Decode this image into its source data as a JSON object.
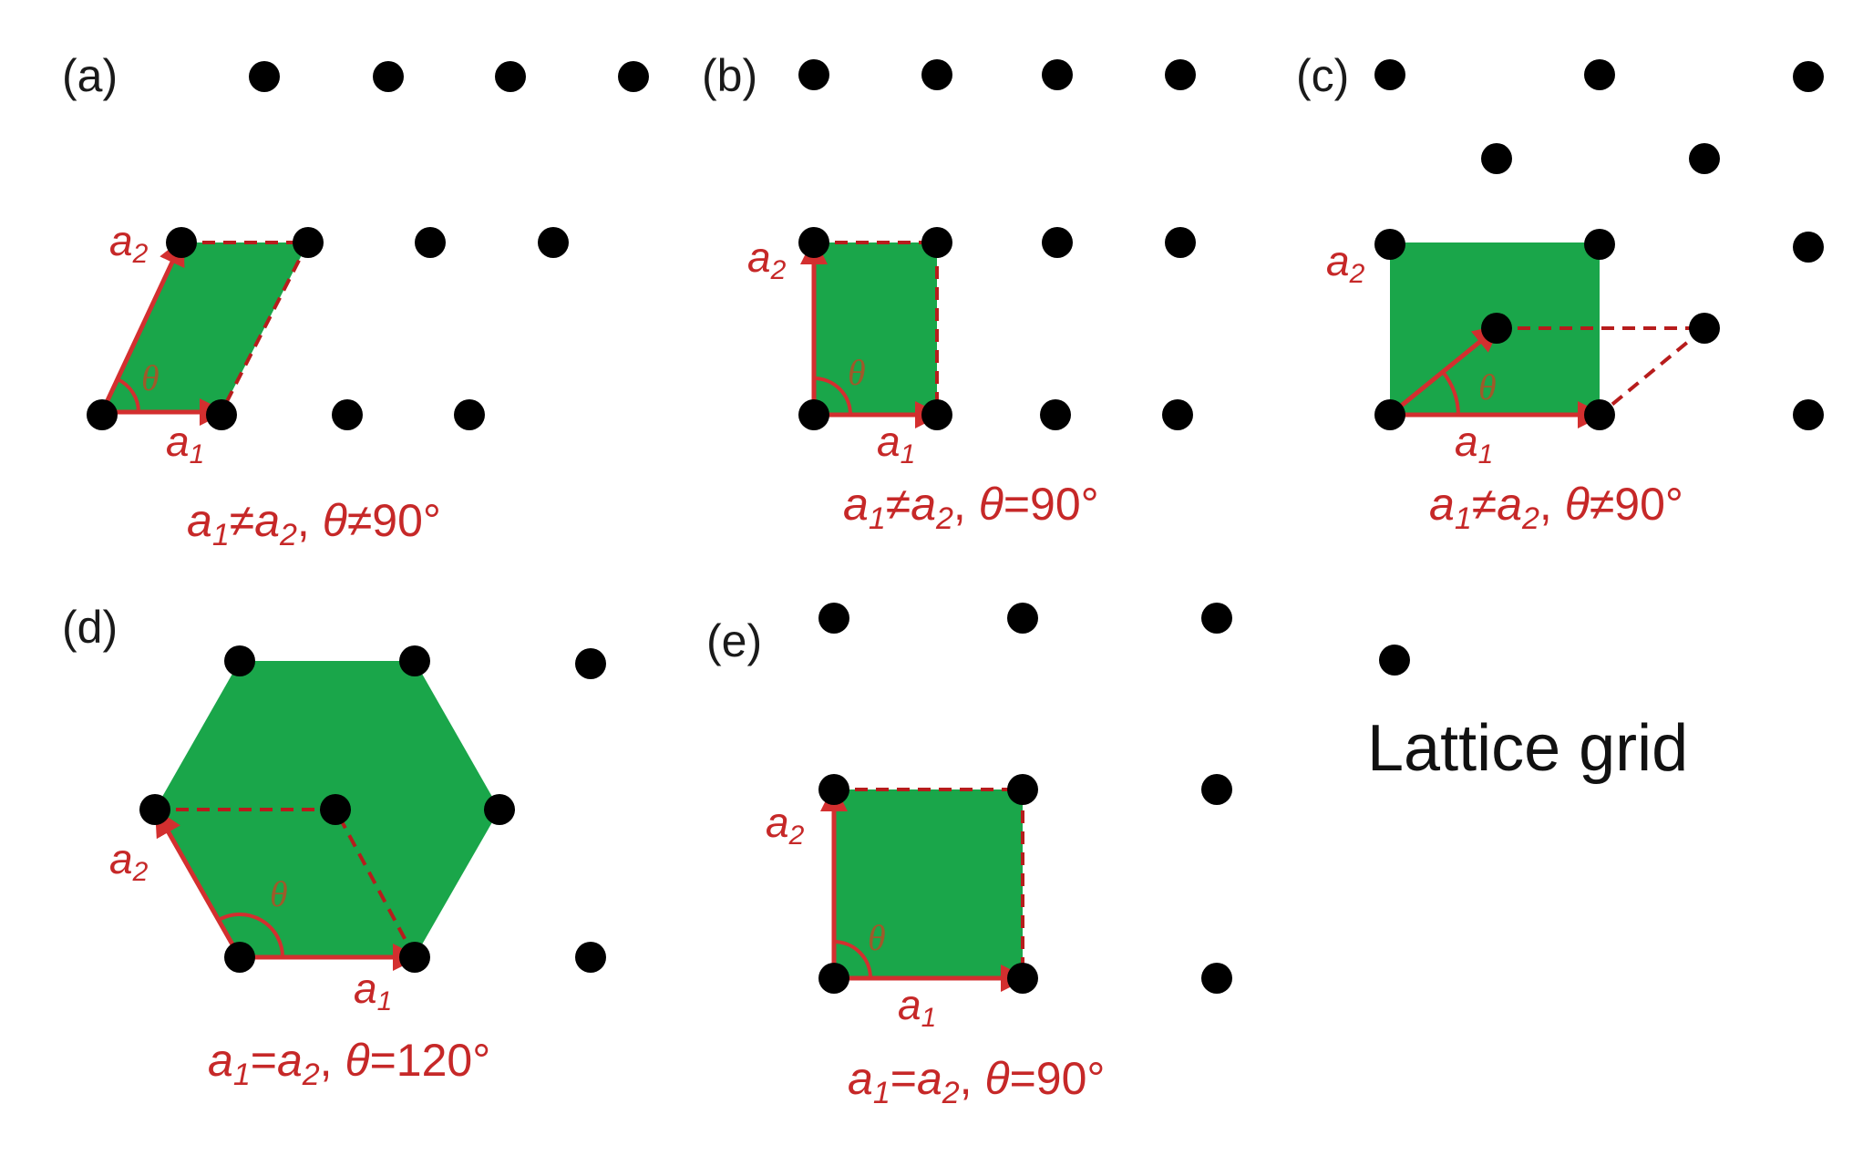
{
  "title": "Lattice grid",
  "colors": {
    "cell_fill": "#1aa64a",
    "vector": "#d32f2f",
    "dashed": "#b71c1c",
    "text_red": "#c62828",
    "dot": "#000000",
    "theta": "#9e5a2a"
  },
  "vector_labels": {
    "a1": "a",
    "a1_sub": "1",
    "a2": "a",
    "a2_sub": "2",
    "theta": "θ"
  },
  "panels": [
    {
      "id": "a",
      "label": "(a)",
      "cell_shape": "oblique",
      "formula": {
        "r1": "≠",
        "r2": ", ",
        "op": "≠",
        "value": "90°"
      }
    },
    {
      "id": "b",
      "label": "(b)",
      "cell_shape": "rectangular",
      "formula": {
        "r1": "≠",
        "r2": ", ",
        "op": "=",
        "value": "90°"
      }
    },
    {
      "id": "c",
      "label": "(c)",
      "cell_shape": "centered rectangular",
      "formula": {
        "r1": "≠",
        "r2": ", ",
        "op": "≠",
        "value": "90°"
      }
    },
    {
      "id": "d",
      "label": "(d)",
      "cell_shape": "hexagonal",
      "formula": {
        "r1": "=",
        "r2": ", ",
        "op": "=",
        "value": "120°"
      }
    },
    {
      "id": "e",
      "label": "(e)",
      "cell_shape": "square",
      "formula": {
        "r1": "=",
        "r2": ", ",
        "op": "=",
        "value": "90°"
      }
    }
  ]
}
